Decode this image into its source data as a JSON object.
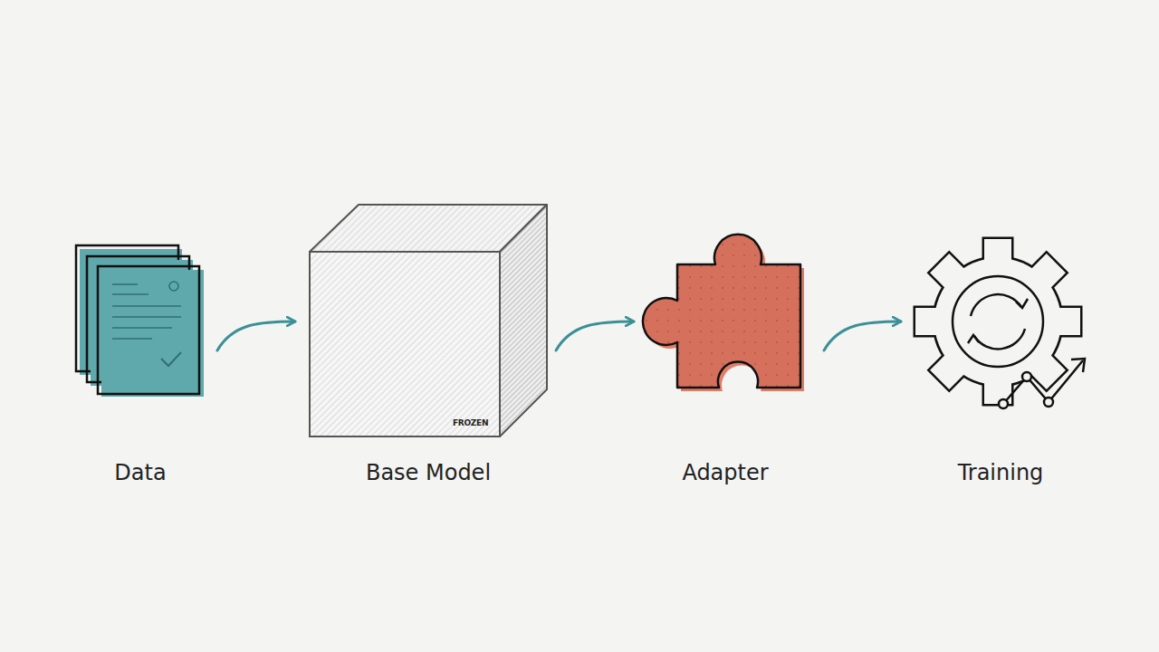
{
  "diagram": {
    "nodes": [
      {
        "text": [
          "Data"
        ]
      },
      {
        "text": [
          "Base Model",
          "FROZEN"
        ]
      },
      {
        "text": [
          "Adapter"
        ]
      },
      {
        "text": [
          "Training"
        ]
      }
    ],
    "edges": [
      {
        "from": 0,
        "to": 1,
        "arrow": "to"
      },
      {
        "from": 1,
        "to": 2,
        "arrow": "to"
      },
      {
        "from": 2,
        "to": 3,
        "arrow": "to"
      }
    ]
  }
}
